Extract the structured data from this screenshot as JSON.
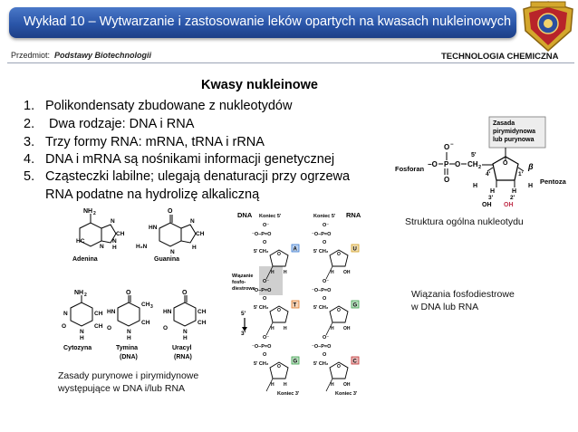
{
  "header": {
    "title": "Wykład 10 – Wytwarzanie i zastosowanie leków opartych  na kwasach nukleinowych"
  },
  "subject": {
    "label": "Przedmiot:",
    "value": "Podstawy Biotechnologii"
  },
  "faculty": "TECHNOLOGIA CHEMICZNA",
  "main_title": "Kwasy nukleinowe",
  "list": [
    {
      "num": "1.",
      "text": "Polikondensaty zbudowane z nukleotydów"
    },
    {
      "num": "2.",
      "text": " Dwa rodzaje: DNA i RNA"
    },
    {
      "num": "3.",
      "text": "Trzy formy RNA: mRNA, tRNA i rRNA"
    },
    {
      "num": "4.",
      "text": "DNA i mRNA są nośnikami informacji genetycznej"
    },
    {
      "num": "5.",
      "text": "Cząsteczki labilne; ulegają denaturacji przy ogrzewa"
    }
  ],
  "list_cont": "RNA podatne na hydrolizę alkaliczną",
  "nucleotide": {
    "zasada": [
      "Zasada",
      "pirymidynowa",
      "lub purynowa"
    ],
    "fosforan": "Fosforan",
    "pentoza": "Pentoza",
    "caption": "Struktura ogólna nukleotydu"
  },
  "bases": {
    "adenina": "Adenina",
    "guanina": "Guanina",
    "cytozyna": "Cytozyna",
    "tymina": "Tymina",
    "tymina_sub": "(DNA)",
    "uracyl": "Uracyl",
    "uracyl_sub": "(RNA)",
    "caption_line1": "Zasady purynowe i pirymidynowe",
    "caption_line2": "występujące w DNA i/lub RNA"
  },
  "backbone": {
    "dna": "DNA",
    "rna": "RNA",
    "koniec5": "Koniec 5'",
    "koniec3": "Koniec 3'",
    "wiazanie": [
      "Wiązanie",
      "fosfo-",
      "diestrowe"
    ],
    "dna_bases": [
      "A",
      "T",
      "G"
    ],
    "rna_bases": [
      "U",
      "G",
      "C"
    ],
    "colors": {
      "A": "#3a7ad1",
      "T": "#e07a2a",
      "G": "#3aa04a",
      "U": "#d4a020",
      "C": "#c03030"
    }
  },
  "bond_caption": [
    "Wiązania fosfodiestrowe",
    "w DNA lub RNA"
  ]
}
